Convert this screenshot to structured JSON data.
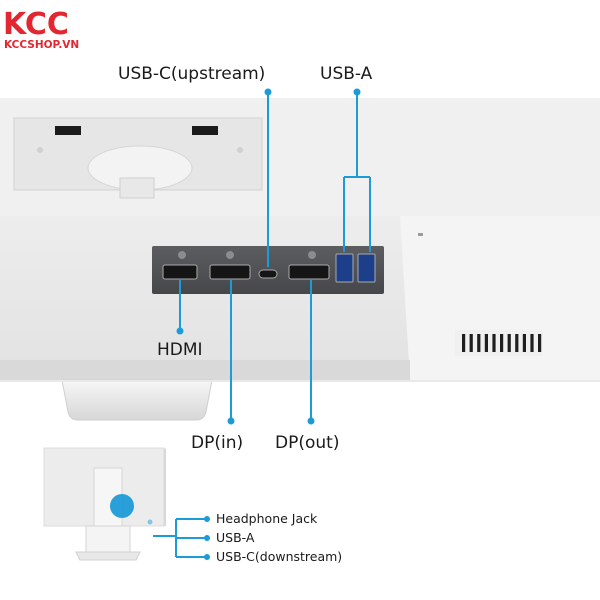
{
  "brand": {
    "name": "KCC",
    "site": "KCCSHOP.VN",
    "color": "#e3262f"
  },
  "callouts": {
    "usb_c_upstream": "USB-C(upstream)",
    "usb_a": "USB-A",
    "hdmi": "HDMI",
    "dp_in": "DP(in)",
    "dp_out": "DP(out)"
  },
  "side_ports": [
    {
      "label": "Headphone Jack"
    },
    {
      "label": "USB-A"
    },
    {
      "label": "USB-C(downstream)"
    }
  ],
  "accent_color": "#1d9bd7"
}
